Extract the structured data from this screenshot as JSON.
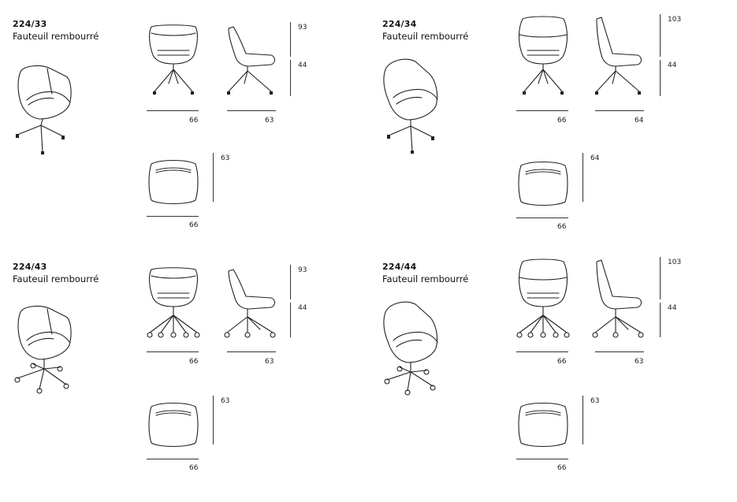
{
  "products": [
    {
      "code": "224/33",
      "description": "Fauteuil rembourré",
      "base": "4 pieds",
      "front_width": "66",
      "side_depth": "63",
      "height_total": "93",
      "seat_height": "44",
      "top_width": "66",
      "top_depth": "63"
    },
    {
      "code": "224/34",
      "description": "Fauteuil rembourré",
      "base": "4 pieds",
      "front_width": "66",
      "side_depth": "64",
      "height_total": "103",
      "seat_height": "44",
      "top_width": "66",
      "top_depth": "64"
    },
    {
      "code": "224/43",
      "description": "Fauteuil rembourré",
      "base": "5 roulettes",
      "front_width": "66",
      "side_depth": "63",
      "height_total": "93",
      "seat_height": "44",
      "top_width": "66",
      "top_depth": "63"
    },
    {
      "code": "224/44",
      "description": "Fauteuil rembourré",
      "base": "5 roulettes",
      "front_width": "66",
      "side_depth": "63",
      "height_total": "103",
      "seat_height": "44",
      "top_width": "66",
      "top_depth": "63"
    }
  ],
  "icons": {
    "perspective": "chair-perspective-icon",
    "front": "chair-front-view-icon",
    "side": "chair-side-view-icon",
    "top": "chair-top-view-icon"
  },
  "colors": {
    "line": "#222222",
    "background": "#ffffff"
  }
}
